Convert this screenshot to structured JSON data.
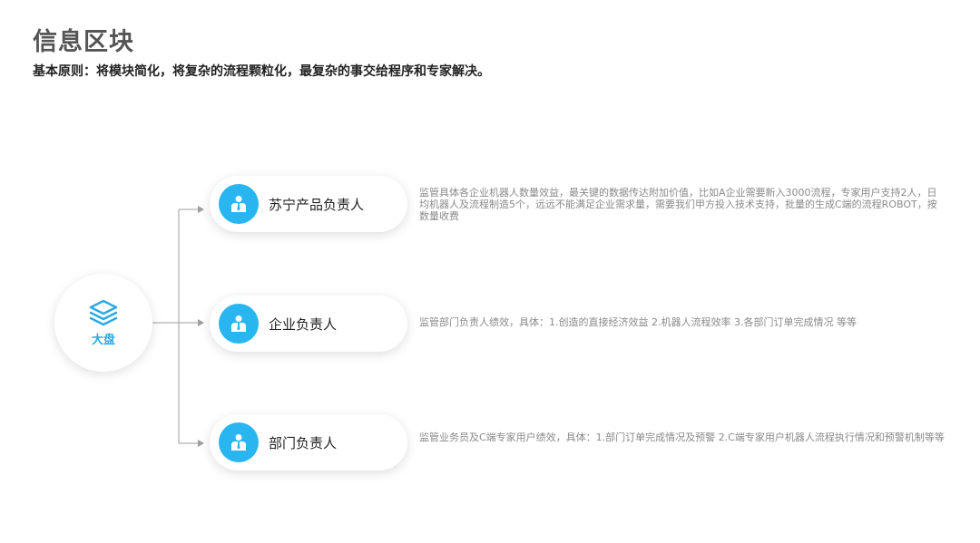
{
  "header": {
    "title": "信息区块",
    "subtitle": "基本原则：将模块简化，将复杂的流程颗粒化，最复杂的事交给程序和专家解决。"
  },
  "root": {
    "label": "大盘",
    "icon": "layers-icon",
    "color": "#2aa9e6"
  },
  "roles": [
    {
      "name": "苏宁产品负责人",
      "icon": "person-tie-icon",
      "description": "监管具体各企业机器人数量效益，最关键的数据传达附加价值，比如A企业需要新入3000流程，专家用户支持2人，日均机器人及流程制造5个，远远不能满足企业需求量，需要我们甲方投入技术支持，批量的生成C端的流程ROBOT，按数量收费"
    },
    {
      "name": "企业负责人",
      "icon": "person-tie-icon",
      "description": "监管部门负责人绩效，具体：1.创造的直接经济效益   2.机器人流程效率  3.各部门订单完成情况 等等"
    },
    {
      "name": "部门负责人",
      "icon": "person-tie-icon",
      "description": "监管业务员及C端专家用户绩效，具体：1.部门订单完成情况及预警  2.C端专家用户机器人流程执行情况和预警机制等等"
    }
  ],
  "colors": {
    "accent": "#29b6f0",
    "connector": "#9e9e9e",
    "description_text": "#8a8a8a"
  }
}
